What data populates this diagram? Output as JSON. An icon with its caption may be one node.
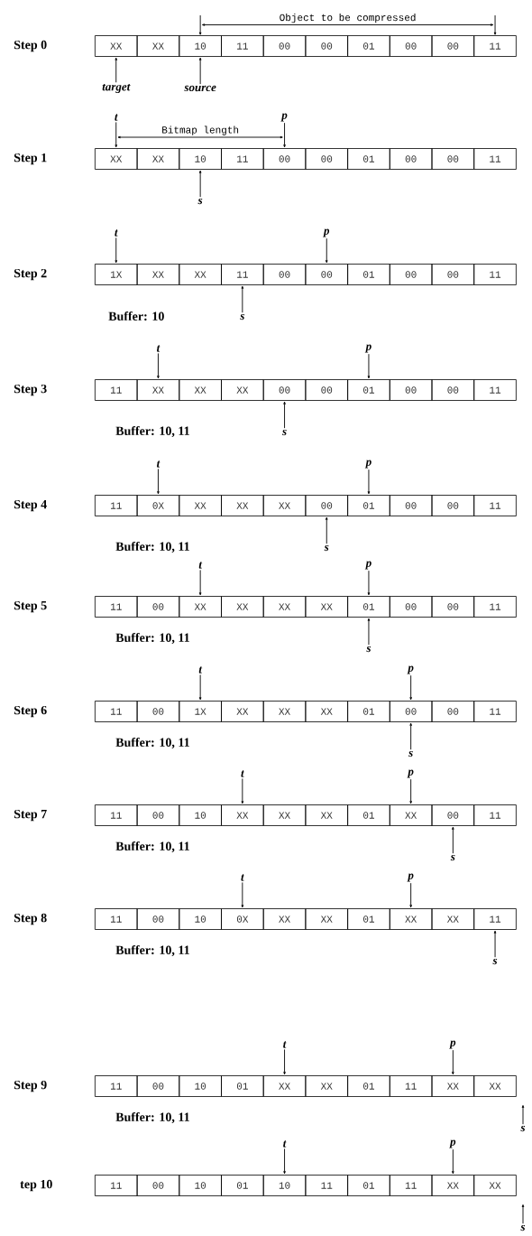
{
  "diagram": {
    "nodes": [
      {
        "text": [
          "XX"
        ]
      },
      {
        "text": [
          "XX"
        ]
      },
      {
        "text": [
          "10"
        ]
      },
      {
        "text": [
          "11"
        ]
      },
      {
        "text": [
          "00"
        ]
      },
      {
        "text": [
          "00"
        ]
      },
      {
        "text": [
          "01"
        ]
      },
      {
        "text": [
          "00"
        ]
      },
      {
        "text": [
          "00"
        ]
      },
      {
        "text": [
          "11"
        ]
      },
      {
        "text": [
          "target"
        ]
      },
      {
        "text": [
          "source"
        ]
      },
      {
        "text": [
          "t"
        ]
      },
      {
        "text": [
          "p"
        ]
      },
      {
        "text": [
          "XX"
        ]
      },
      {
        "text": [
          "XX"
        ]
      },
      {
        "text": [
          "10"
        ]
      },
      {
        "text": [
          "11"
        ]
      },
      {
        "text": [
          "00"
        ]
      },
      {
        "text": [
          "00"
        ]
      },
      {
        "text": [
          "01"
        ]
      },
      {
        "text": [
          "00"
        ]
      },
      {
        "text": [
          "00"
        ]
      },
      {
        "text": [
          "11"
        ]
      },
      {
        "text": [
          "s"
        ]
      },
      {
        "text": [
          "t"
        ]
      },
      {
        "text": [
          "p"
        ]
      },
      {
        "text": [
          "1X"
        ]
      },
      {
        "text": [
          "XX"
        ]
      },
      {
        "text": [
          "XX"
        ]
      },
      {
        "text": [
          "11"
        ]
      },
      {
        "text": [
          "00"
        ]
      },
      {
        "text": [
          "00"
        ]
      },
      {
        "text": [
          "01"
        ]
      },
      {
        "text": [
          "00"
        ]
      },
      {
        "text": [
          "00"
        ]
      },
      {
        "text": [
          "11"
        ]
      },
      {
        "text": [
          "s"
        ]
      },
      {
        "text": [
          "t"
        ]
      },
      {
        "text": [
          "p"
        ]
      },
      {
        "text": [
          "11"
        ]
      },
      {
        "text": [
          "XX"
        ]
      },
      {
        "text": [
          "XX"
        ]
      },
      {
        "text": [
          "XX"
        ]
      },
      {
        "text": [
          "00"
        ]
      },
      {
        "text": [
          "00"
        ]
      },
      {
        "text": [
          "01"
        ]
      },
      {
        "text": [
          "00"
        ]
      },
      {
        "text": [
          "00"
        ]
      },
      {
        "text": [
          "11"
        ]
      },
      {
        "text": [
          "s"
        ]
      },
      {
        "text": [
          "t"
        ]
      },
      {
        "text": [
          "p"
        ]
      },
      {
        "text": [
          "11"
        ]
      },
      {
        "text": [
          "0X"
        ]
      },
      {
        "text": [
          "XX"
        ]
      },
      {
        "text": [
          "XX"
        ]
      },
      {
        "text": [
          "XX"
        ]
      },
      {
        "text": [
          "00"
        ]
      },
      {
        "text": [
          "01"
        ]
      },
      {
        "text": [
          "00"
        ]
      },
      {
        "text": [
          "00"
        ]
      },
      {
        "text": [
          "11"
        ]
      },
      {
        "text": [
          "s"
        ]
      },
      {
        "text": [
          "t"
        ]
      },
      {
        "text": [
          "p"
        ]
      },
      {
        "text": [
          "11"
        ]
      },
      {
        "text": [
          "00"
        ]
      },
      {
        "text": [
          "XX"
        ]
      },
      {
        "text": [
          "XX"
        ]
      },
      {
        "text": [
          "XX"
        ]
      },
      {
        "text": [
          "XX"
        ]
      },
      {
        "text": [
          "01"
        ]
      },
      {
        "text": [
          "00"
        ]
      },
      {
        "text": [
          "00"
        ]
      },
      {
        "text": [
          "11"
        ]
      },
      {
        "text": [
          "s"
        ]
      },
      {
        "text": [
          "t"
        ]
      },
      {
        "text": [
          "p"
        ]
      },
      {
        "text": [
          "11"
        ]
      },
      {
        "text": [
          "00"
        ]
      },
      {
        "text": [
          "1X"
        ]
      },
      {
        "text": [
          "XX"
        ]
      },
      {
        "text": [
          "XX"
        ]
      },
      {
        "text": [
          "XX"
        ]
      },
      {
        "text": [
          "01"
        ]
      },
      {
        "text": [
          "00"
        ]
      },
      {
        "text": [
          "00"
        ]
      },
      {
        "text": [
          "11"
        ]
      },
      {
        "text": [
          "s"
        ]
      },
      {
        "text": [
          "t"
        ]
      },
      {
        "text": [
          "p"
        ]
      },
      {
        "text": [
          "11"
        ]
      },
      {
        "text": [
          "00"
        ]
      },
      {
        "text": [
          "10"
        ]
      },
      {
        "text": [
          "XX"
        ]
      },
      {
        "text": [
          "XX"
        ]
      },
      {
        "text": [
          "XX"
        ]
      },
      {
        "text": [
          "01"
        ]
      },
      {
        "text": [
          "XX"
        ]
      },
      {
        "text": [
          "00"
        ]
      },
      {
        "text": [
          "11"
        ]
      },
      {
        "text": [
          "s"
        ]
      },
      {
        "text": [
          "t"
        ]
      },
      {
        "text": [
          "p"
        ]
      },
      {
        "text": [
          "11"
        ]
      },
      {
        "text": [
          "00"
        ]
      },
      {
        "text": [
          "10"
        ]
      },
      {
        "text": [
          "0X"
        ]
      },
      {
        "text": [
          "XX"
        ]
      },
      {
        "text": [
          "XX"
        ]
      },
      {
        "text": [
          "01"
        ]
      },
      {
        "text": [
          "XX"
        ]
      },
      {
        "text": [
          "XX"
        ]
      },
      {
        "text": [
          "11"
        ]
      },
      {
        "text": [
          "s"
        ]
      },
      {
        "text": [
          "t"
        ]
      },
      {
        "text": [
          "p"
        ]
      },
      {
        "text": [
          "11"
        ]
      },
      {
        "text": [
          "00"
        ]
      },
      {
        "text": [
          "10"
        ]
      },
      {
        "text": [
          "01"
        ]
      },
      {
        "text": [
          "XX"
        ]
      },
      {
        "text": [
          "XX"
        ]
      },
      {
        "text": [
          "01"
        ]
      },
      {
        "text": [
          "11"
        ]
      },
      {
        "text": [
          "XX"
        ]
      },
      {
        "text": [
          "XX"
        ]
      },
      {
        "text": [
          "s"
        ]
      },
      {
        "text": [
          "t"
        ]
      },
      {
        "text": [
          "p"
        ]
      },
      {
        "text": [
          "11"
        ]
      },
      {
        "text": [
          "00"
        ]
      },
      {
        "text": [
          "10"
        ]
      },
      {
        "text": [
          "01"
        ]
      },
      {
        "text": [
          "10"
        ]
      },
      {
        "text": [
          "11"
        ]
      },
      {
        "text": [
          "01"
        ]
      },
      {
        "text": [
          "11"
        ]
      },
      {
        "text": [
          "XX"
        ]
      },
      {
        "text": [
          "XX"
        ]
      },
      {
        "text": [
          "s"
        ]
      }
    ],
    "edges": [
      {
        "from": 10,
        "to": 0,
        "arrow": "to"
      },
      {
        "from": 11,
        "to": 2,
        "arrow": "to"
      },
      {
        "from": 12,
        "to": 14,
        "arrow": "to"
      },
      {
        "from": 13,
        "to": 18,
        "arrow": "to"
      },
      {
        "from": 24,
        "to": 16,
        "arrow": "to"
      },
      {
        "from": 25,
        "to": 27,
        "arrow": "to"
      },
      {
        "from": 26,
        "to": 32,
        "arrow": "to"
      },
      {
        "from": 37,
        "to": 30,
        "arrow": "to"
      },
      {
        "from": 38,
        "to": 41,
        "arrow": "to"
      },
      {
        "from": 39,
        "to": 46,
        "arrow": "to"
      },
      {
        "from": 50,
        "to": 44,
        "arrow": "to"
      },
      {
        "from": 51,
        "to": 54,
        "arrow": "to"
      },
      {
        "from": 52,
        "to": 59,
        "arrow": "to"
      },
      {
        "from": 63,
        "to": 58,
        "arrow": "to"
      },
      {
        "from": 64,
        "to": 68,
        "arrow": "to"
      },
      {
        "from": 65,
        "to": 72,
        "arrow": "to"
      },
      {
        "from": 76,
        "to": 72,
        "arrow": "to"
      },
      {
        "from": 77,
        "to": 81,
        "arrow": "to"
      },
      {
        "from": 78,
        "to": 86,
        "arrow": "to"
      },
      {
        "from": 89,
        "to": 86,
        "arrow": "to"
      },
      {
        "from": 90,
        "to": 95,
        "arrow": "to"
      },
      {
        "from": 91,
        "to": 99,
        "arrow": "to"
      },
      {
        "from": 102,
        "to": 100,
        "arrow": "to"
      },
      {
        "from": 103,
        "to": 108,
        "arrow": "to"
      },
      {
        "from": 104,
        "to": 112,
        "arrow": "to"
      },
      {
        "from": 115,
        "to": 114,
        "arrow": "to"
      },
      {
        "from": 116,
        "to": 122,
        "arrow": "to"
      },
      {
        "from": 117,
        "to": 126,
        "arrow": "to"
      },
      {
        "from": 128,
        "to": null,
        "arrow": "to"
      },
      {
        "from": 129,
        "to": 135,
        "arrow": "to"
      },
      {
        "from": 130,
        "to": 139,
        "arrow": "to"
      },
      {
        "from": 141,
        "to": null,
        "arrow": "to"
      },
      {
        "from": 2,
        "to": 9,
        "arrow": "both",
        "label": "Object to be compressed"
      },
      {
        "from": 12,
        "to": 13,
        "arrow": "both",
        "label": "Bitmap length"
      }
    ],
    "labels": [
      "Step 0",
      "Step 1",
      "Step 2",
      "Buffer: 10",
      "Step 3",
      "Buffer: 10, 11",
      "Step 4",
      "Buffer: 10, 11",
      "Step 5",
      "Buffer: 10, 11",
      "Step 6",
      "Buffer: 10, 11",
      "Step 7",
      "Buffer: 10, 11",
      "Step 8",
      "Buffer: 10, 11",
      "Step 9",
      "Buffer: 10, 11",
      "tep 10"
    ]
  }
}
